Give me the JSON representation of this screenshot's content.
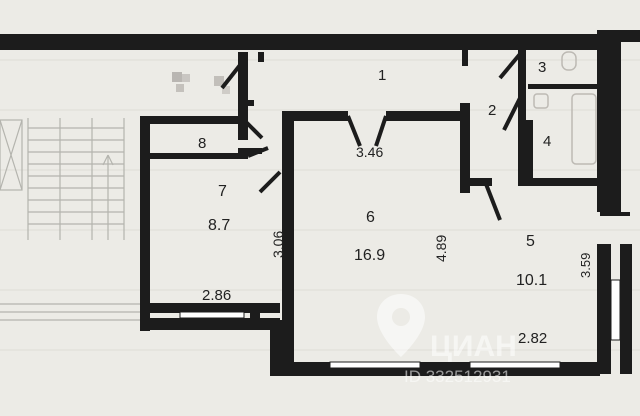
{
  "rooms": [
    {
      "num": "1",
      "area": ""
    },
    {
      "num": "2",
      "area": ""
    },
    {
      "num": "3",
      "area": ""
    },
    {
      "num": "4",
      "area": ""
    },
    {
      "num": "5",
      "area": "10.1"
    },
    {
      "num": "6",
      "area": "16.9"
    },
    {
      "num": "7",
      "area": "8.7"
    },
    {
      "num": "8",
      "area": ""
    }
  ],
  "dimensions": {
    "room1_width": "3.46",
    "room7_height": "3.06",
    "room7_width": "2.86",
    "room6_height": "4.89",
    "room5_width": "2.82",
    "room5_height": "3.59"
  },
  "watermark": {
    "brand": "ЦИАН",
    "id": "ID 332512931"
  },
  "colors": {
    "wall": "#1c1c1c",
    "floor": "#ecebe6",
    "stair_lines": "#b4b4ae",
    "window": "#ffffff"
  }
}
